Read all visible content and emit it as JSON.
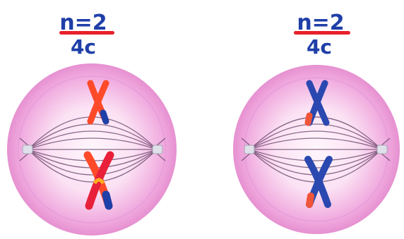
{
  "cells": [
    {
      "label_top": "n=2",
      "label_bottom": "4c",
      "underline_color": "#e8202a",
      "label_color": "#1f3fa8",
      "chromosomes": [
        {
          "position": "upper",
          "color_main": "#f0553a",
          "color_tip": "#1f3fa8"
        },
        {
          "position": "lower",
          "color_main": "#f0553a",
          "color_tip": "#1f3fa8"
        }
      ]
    },
    {
      "label_top": "n=2",
      "label_bottom": "4c",
      "underline_color": "#e8202a",
      "label_color": "#1f3fa8",
      "chromosomes": [
        {
          "position": "upper",
          "color_main": "#2a48b0",
          "color_tip": "#f0553a"
        },
        {
          "position": "lower",
          "color_main": "#2a48b0",
          "color_tip": "#f0553a"
        }
      ]
    }
  ],
  "colors": {
    "cell_fill": "#e88fd0",
    "cell_inner": "#fbe6f6",
    "spindle": "#7a4a7a",
    "centrosome": "#d9d9e3"
  }
}
